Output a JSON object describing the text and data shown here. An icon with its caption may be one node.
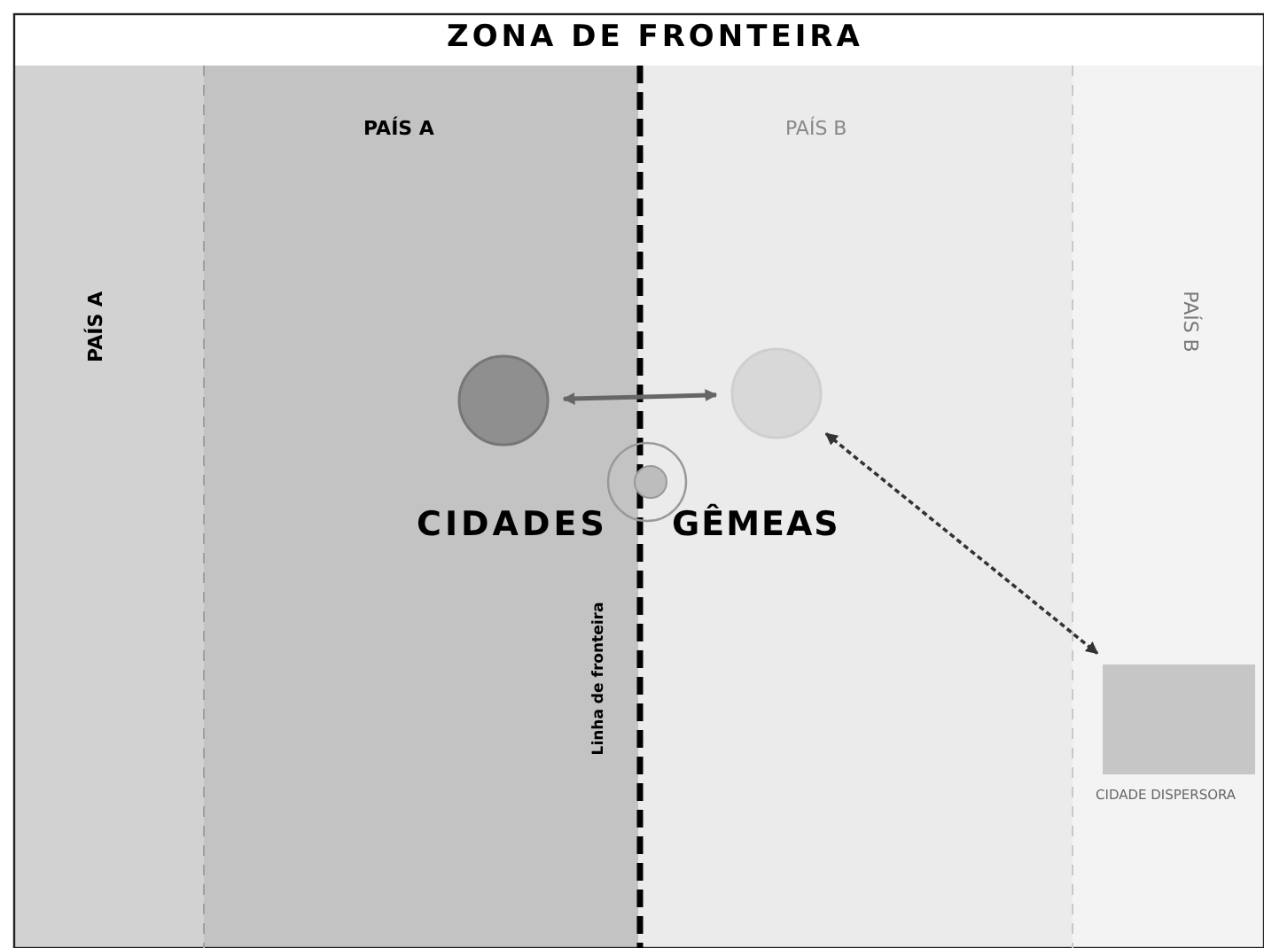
{
  "diagram": {
    "title": "ZONA DE FRONTEIRA",
    "nodes": [
      {
        "text": [],
        "shape": "circle"
      },
      {
        "text": [],
        "shape": "circle"
      },
      {
        "text": [
          "CIDADE DISPERSORA"
        ]
      }
    ],
    "edges": [
      {
        "from": 0,
        "to": 1,
        "arrow": "both"
      },
      {
        "from": 1,
        "to": 2,
        "arrow": "both",
        "style": "dashed"
      }
    ],
    "labels": [
      "PAÍS A",
      "PAÍS A",
      "PAÍS B",
      "PAÍS B",
      "CIDADES",
      "GÊMEAS",
      "Linha de fronteira"
    ]
  }
}
